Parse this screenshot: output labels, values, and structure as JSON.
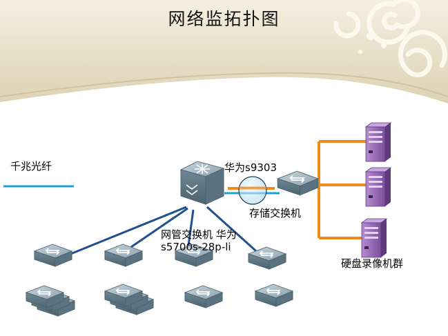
{
  "title": "网络监拓扑图",
  "legend": {
    "label": "千兆光纤",
    "line_color": "#1f9fd0"
  },
  "core_switch": {
    "label": "华为s9303"
  },
  "storage_switch": {
    "label": "存储交换机"
  },
  "access_switches": {
    "label_line1": "网管交换机 华为",
    "label_line2": "s5700s-28p-li"
  },
  "nvr_group": {
    "label": "硬盘录像机群"
  },
  "colors": {
    "banner_bg": "#e9e1c9",
    "fiber": "#1f9fd0",
    "uplink": "#1f4f8c",
    "storage_link": "#f08a1a",
    "switch_body": "#8aa0ad",
    "server_body": "#8a5aa8"
  }
}
